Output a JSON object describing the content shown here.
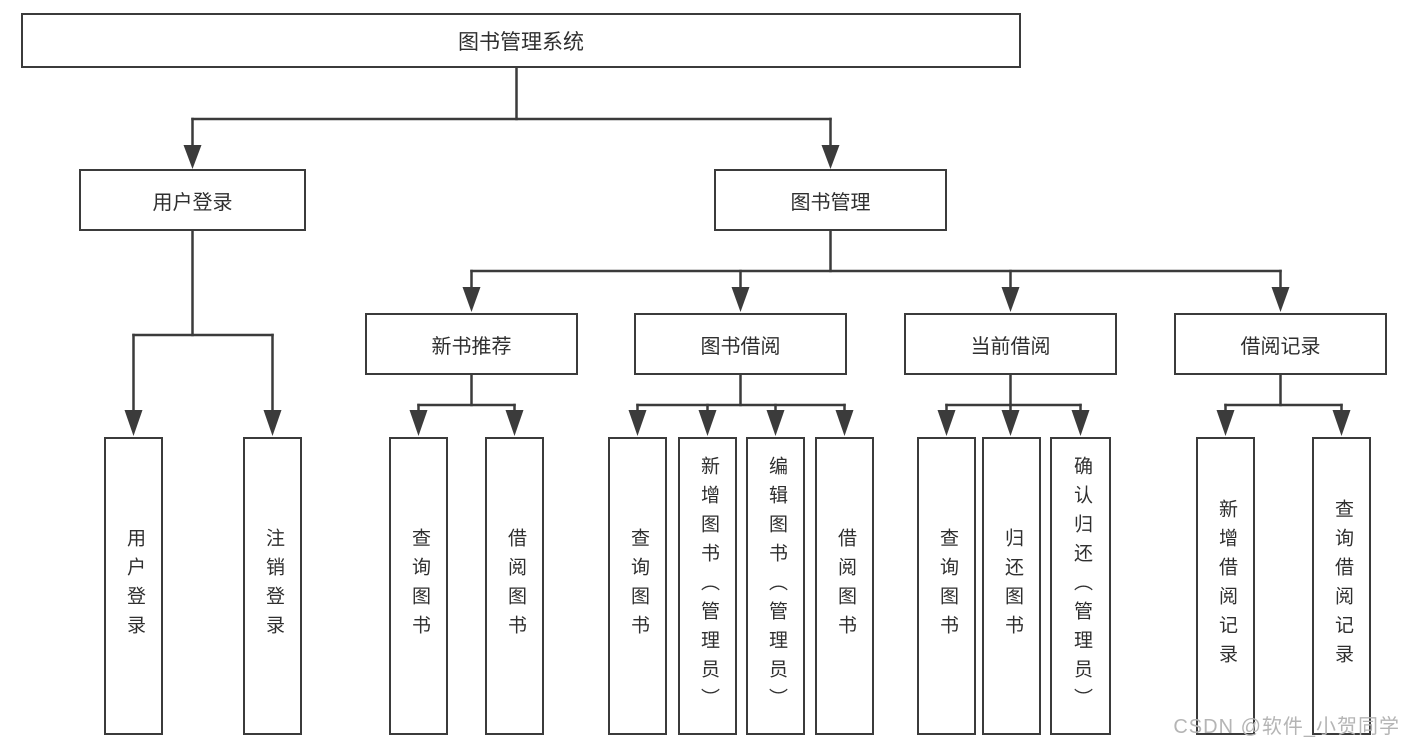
{
  "theme": {
    "background": "#ffffff",
    "line_color": "#3b3b3b",
    "text_color": "#2f2f2f",
    "watermark_color": "#b5b5b5"
  },
  "diagram": {
    "root": {
      "label": "图书管理系统"
    },
    "branches": [
      {
        "label": "用户登录",
        "children": [
          {
            "label": "用户登录"
          },
          {
            "label": "注销登录"
          }
        ]
      },
      {
        "label": "图书管理",
        "children": [
          {
            "label": "新书推荐",
            "children": [
              {
                "label": "查询图书"
              },
              {
                "label": "借阅图书"
              }
            ]
          },
          {
            "label": "图书借阅",
            "children": [
              {
                "label": "查询图书"
              },
              {
                "label": "新增图书（管理员）"
              },
              {
                "label": "编辑图书（管理员）"
              },
              {
                "label": "借阅图书"
              }
            ]
          },
          {
            "label": "当前借阅",
            "children": [
              {
                "label": "查询图书"
              },
              {
                "label": "归还图书"
              },
              {
                "label": "确认归还（管理员）"
              }
            ]
          },
          {
            "label": "借阅记录",
            "children": [
              {
                "label": "新增借阅记录"
              },
              {
                "label": "查询借阅记录"
              }
            ]
          }
        ]
      }
    ]
  },
  "watermark": {
    "text": "CSDN @软件_小贺同学"
  }
}
